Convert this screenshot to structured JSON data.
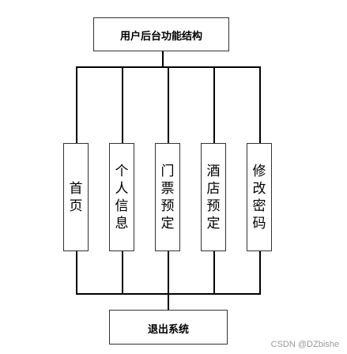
{
  "top": {
    "label": "用户后台功能结构"
  },
  "modules": [
    {
      "label": "首页"
    },
    {
      "label": "个人信息"
    },
    {
      "label": "门票预定"
    },
    {
      "label": "酒店预定"
    },
    {
      "label": "修改密码"
    }
  ],
  "bottom": {
    "label": "退出系统"
  },
  "watermark": "CSDN @DZbishe"
}
